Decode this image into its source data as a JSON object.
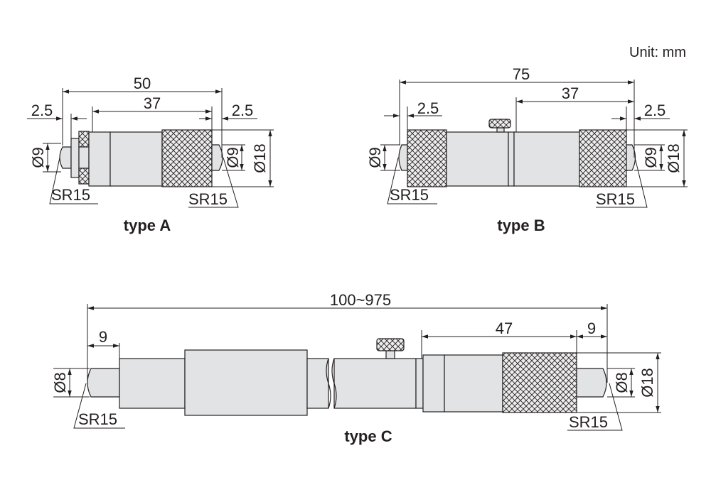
{
  "unit_label": "Unit: mm",
  "type_a": {
    "label": "type A",
    "length_total": "50",
    "length_body": "37",
    "tip_left": "2.5",
    "tip_right": "2.5",
    "dia_tip_left": "Ø9",
    "dia_tip_right": "Ø9",
    "dia_body": "Ø18",
    "radius_left": "SR15",
    "radius_right": "SR15"
  },
  "type_b": {
    "label": "type B",
    "length_total": "75",
    "length_body": "37",
    "tip_left": "2.5",
    "tip_right": "2.5",
    "dia_tip_left": "Ø9",
    "dia_tip_right": "Ø9",
    "dia_body": "Ø18",
    "radius_left": "SR15",
    "radius_right": "SR15"
  },
  "type_c": {
    "label": "type C",
    "length_total": "100~975",
    "length_head": "47",
    "tip_left": "9",
    "tip_right": "9",
    "dia_tip_left": "Ø8",
    "dia_tip_right": "Ø8",
    "dia_body": "Ø18",
    "radius_left": "SR15",
    "radius_right": "SR15"
  }
}
